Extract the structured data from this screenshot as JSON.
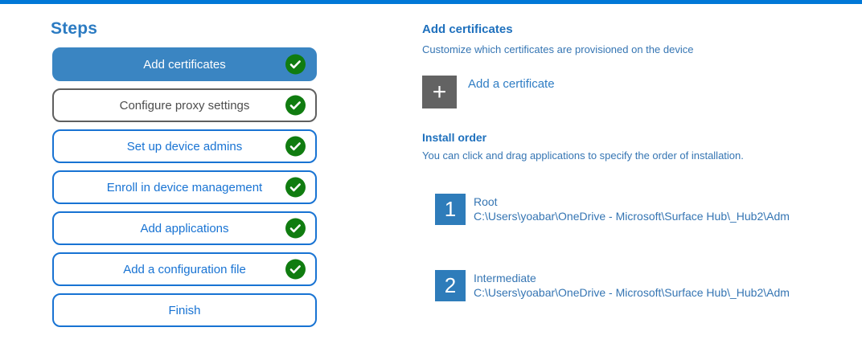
{
  "colors": {
    "accent_bar": "#0078d7",
    "selected_step_fill": "#3a85c2",
    "step_border_blue": "#1873d3",
    "neutral_step_border": "#5f5f5f",
    "completed_green": "#107c10",
    "heading_blue": "#1e70bd",
    "body_text_blue": "#3575b3",
    "number_square_blue": "#2e7cba",
    "add_square_gray": "#636363"
  },
  "icons": {
    "plus": "+"
  },
  "steps_panel": {
    "title": "Steps",
    "items": [
      {
        "label": "Add certificates",
        "state": "selected",
        "completed": true
      },
      {
        "label": "Configure proxy settings",
        "state": "neutral",
        "completed": true
      },
      {
        "label": "Set up device admins",
        "state": "default",
        "completed": true
      },
      {
        "label": "Enroll in device management",
        "state": "default",
        "completed": true
      },
      {
        "label": "Add applications",
        "state": "default",
        "completed": true
      },
      {
        "label": "Add a configuration file",
        "state": "default",
        "completed": true
      },
      {
        "label": "Finish",
        "state": "default",
        "completed": false
      }
    ]
  },
  "content": {
    "heading": "Add certificates",
    "subheading": "Customize which certificates are provisioned on the device",
    "add_certificate_label": "Add a certificate",
    "install_order": {
      "heading": "Install order",
      "description": "You can click and drag applications to specify the order of installation.",
      "items": [
        {
          "number": "1",
          "name": "Root",
          "path": "C:\\Users\\yoabar\\OneDrive - Microsoft\\Surface Hub\\_Hub2\\Adm"
        },
        {
          "number": "2",
          "name": "Intermediate",
          "path": "C:\\Users\\yoabar\\OneDrive - Microsoft\\Surface Hub\\_Hub2\\Adm"
        }
      ]
    }
  }
}
